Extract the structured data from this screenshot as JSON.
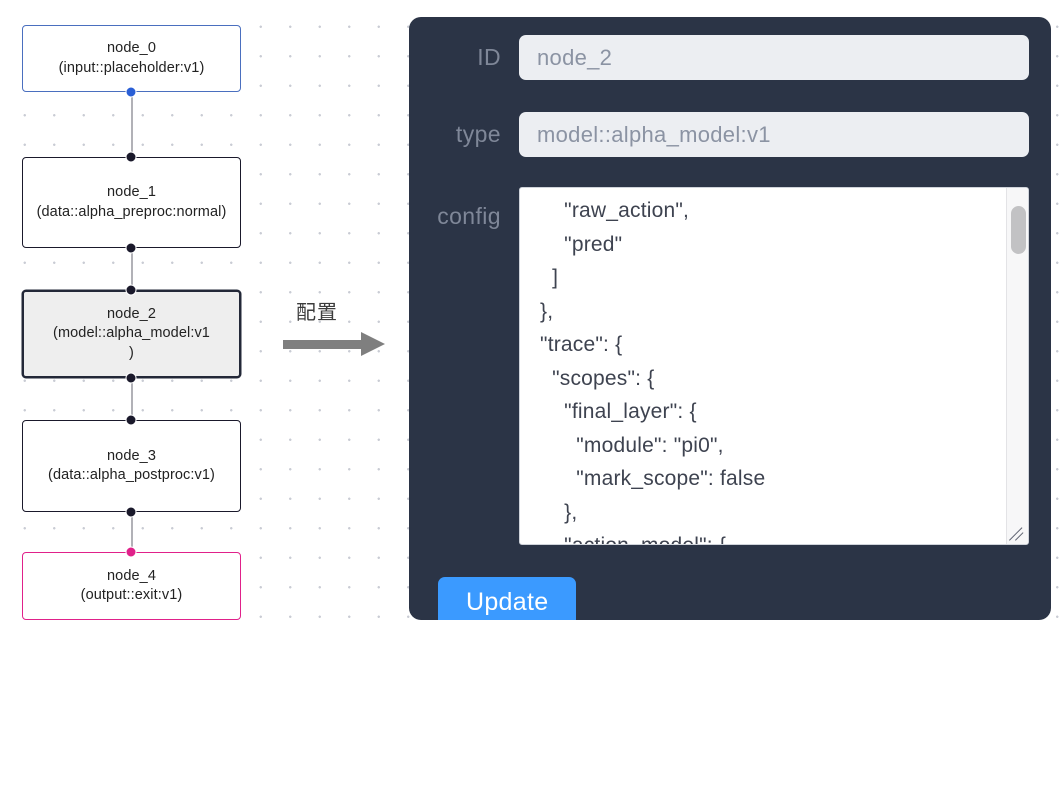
{
  "graph": {
    "nodes": [
      {
        "id": "node_0",
        "label": "node_0\n(input::placeholder:v1)",
        "kind": "input",
        "selected": false
      },
      {
        "id": "node_1",
        "label": "node_1\n(data::alpha_preproc:normal)",
        "kind": "default",
        "selected": false
      },
      {
        "id": "node_2",
        "label": "node_2\n(model::alpha_model:v1)",
        "kind": "default",
        "selected": true
      },
      {
        "id": "node_3",
        "label": "node_3\n(data::alpha_postproc:v1)",
        "kind": "default",
        "selected": false
      },
      {
        "id": "node_4",
        "label": "node_4\n(output::exit:v1)",
        "kind": "output",
        "selected": false
      }
    ],
    "node_0_label": "node_0\n(input::placeholder:v1)",
    "node_1_label": "node_1\n(data::alpha_preproc:normal)",
    "node_2_label": "node_2\n(model::alpha_model:v1\n)",
    "node_3_label": "node_3\n(data::alpha_postproc:v1)",
    "node_4_label": "node_4\n(output::exit:v1)",
    "edges": [
      {
        "from": "node_0",
        "to": "node_1"
      },
      {
        "from": "node_1",
        "to": "node_2"
      },
      {
        "from": "node_2",
        "to": "node_3"
      },
      {
        "from": "node_3",
        "to": "node_4"
      }
    ]
  },
  "annotation": {
    "caption": "配置",
    "arrow": "arrow-right-icon"
  },
  "panel": {
    "id_label": "ID",
    "id_value": "node_2",
    "type_label": "type",
    "type_value": "model::alpha_model:v1",
    "config_label": "config",
    "config_value": "     \"raw_action\",\n     \"pred\"\n   ]\n },\n \"trace\": {\n   \"scopes\": {\n     \"final_layer\": {\n       \"module\": \"pi0\",\n       \"mark_scope\": false\n     },\n     \"action_model\": {",
    "update_label": "Update"
  },
  "colors": {
    "panel_bg": "#2b3446",
    "input_bg": "#eceef2",
    "label_text": "#7f8798",
    "value_text": "#8b93a3",
    "update_button": "#3b9aff",
    "node_border": "#1a192b",
    "node_input_border": "#4a6fbf",
    "node_output_border": "#e0218a",
    "node_selected_bg": "#eeeeee",
    "edge": "#b1b1b7",
    "canvas_dot": "#c9ccd4"
  },
  "watermark": {
    "text": ""
  }
}
